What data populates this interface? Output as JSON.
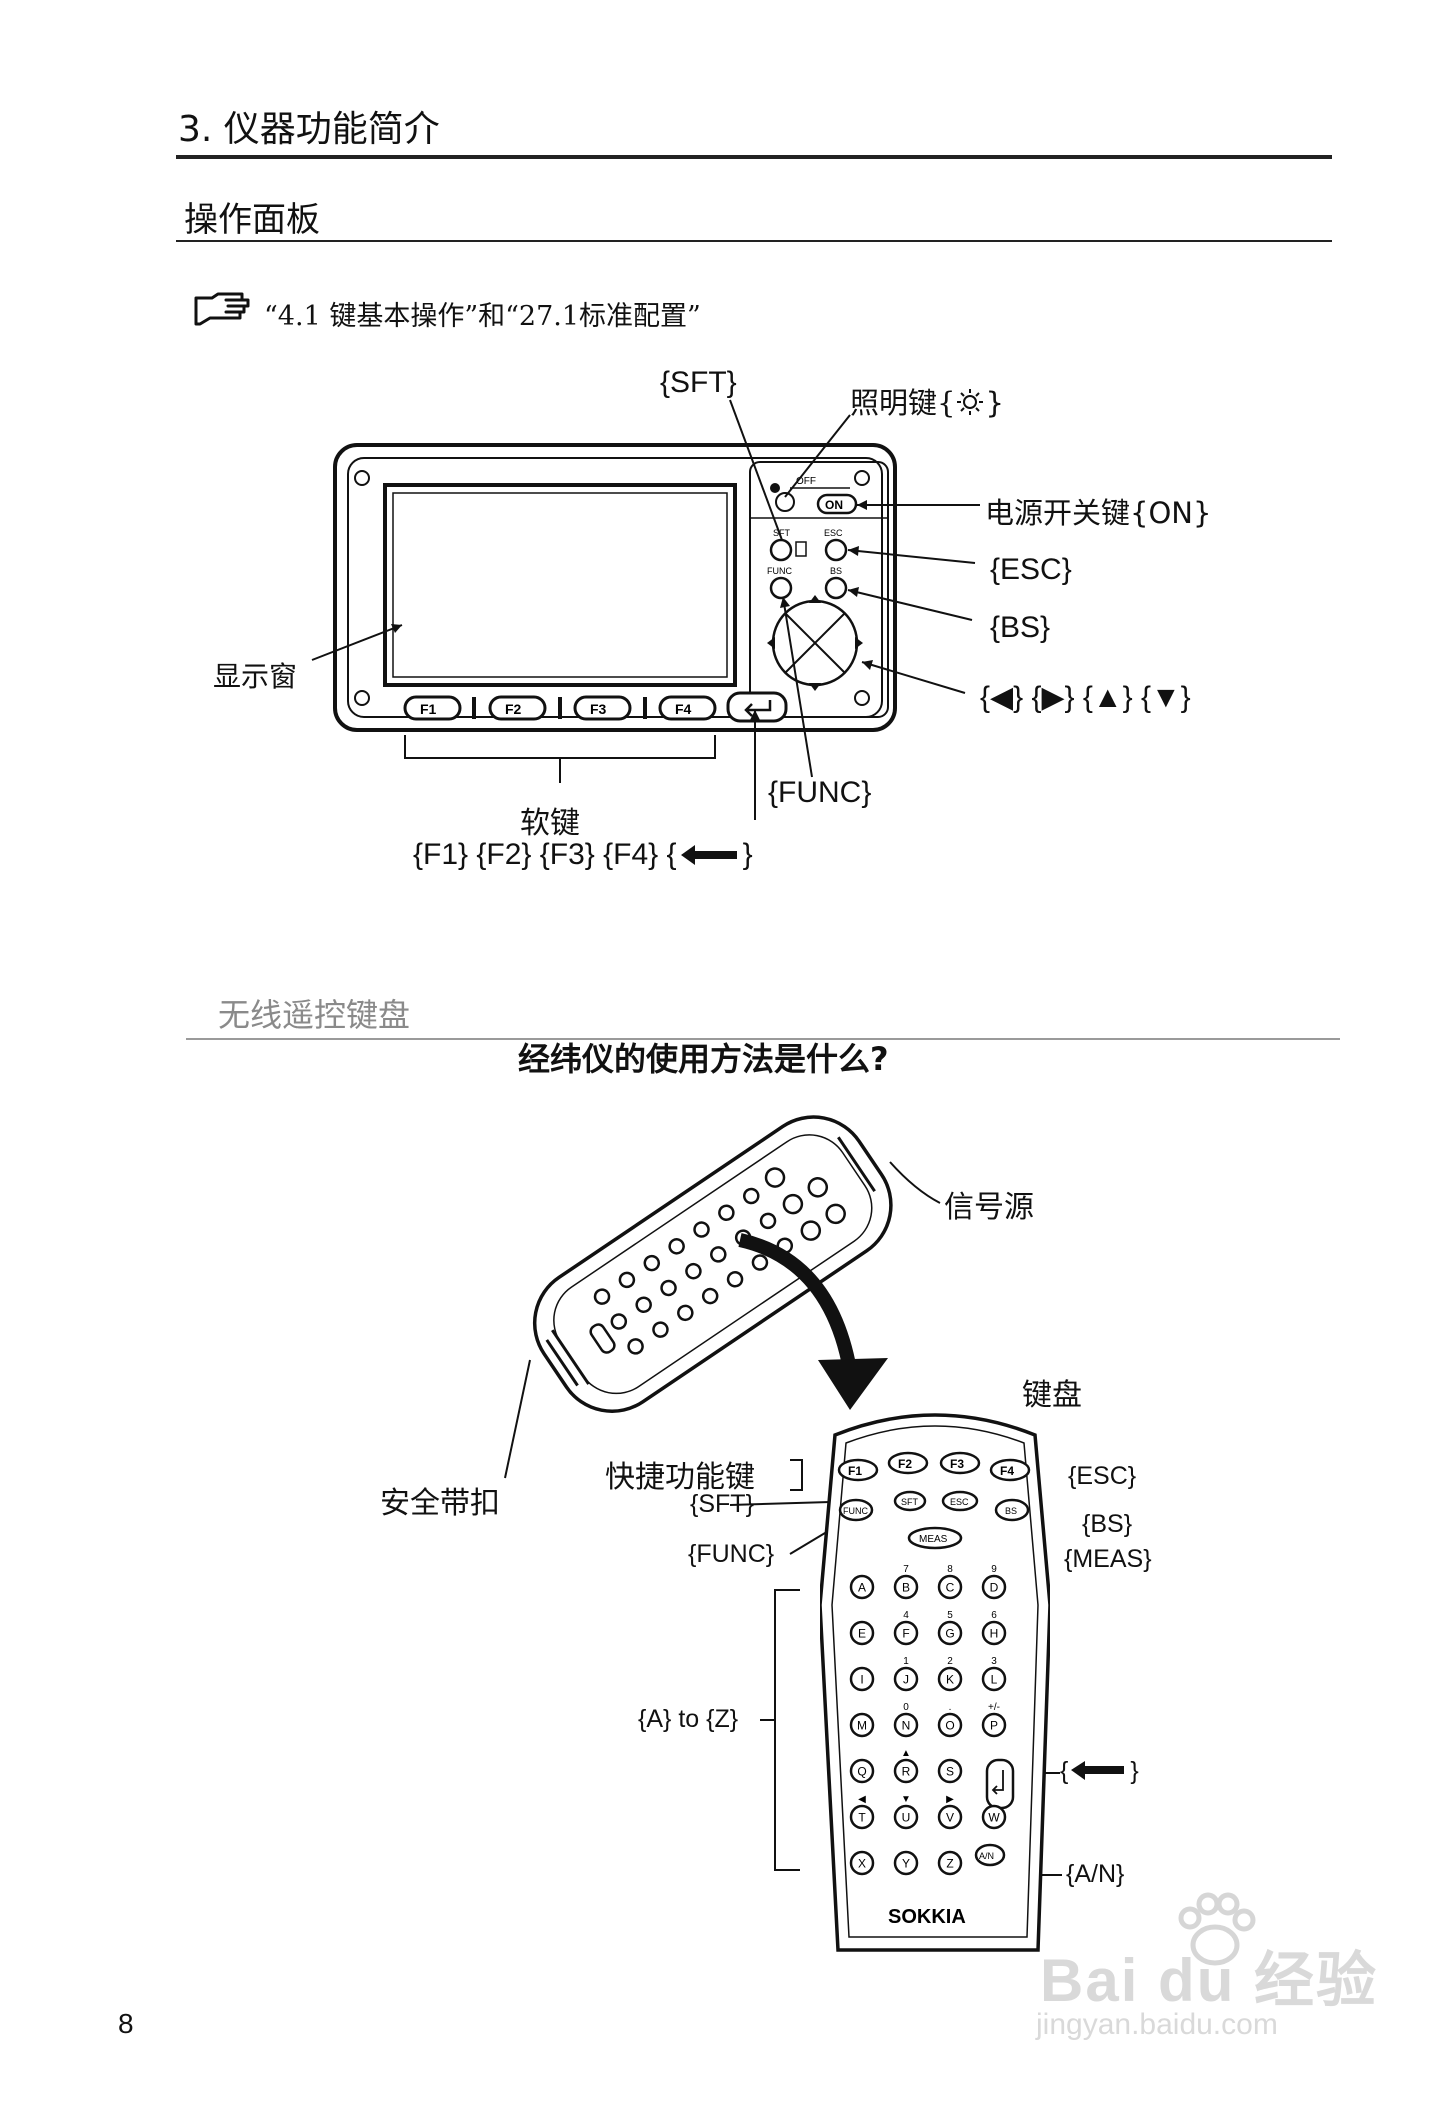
{
  "header": {
    "chapter_title": "3.  仪器功能简介",
    "section_title": "操作面板",
    "reference": "“4.1 键基本操作”和“27.1标准配置”"
  },
  "panel": {
    "labels": {
      "sft": "{SFT}",
      "light": "照明键{",
      "light_close": "}",
      "on": "电源开关键{ON}",
      "esc": "{ESC}",
      "bs": "{BS}",
      "arrows": "{◀} {▶} {▲} {▼}",
      "display": "显示窗",
      "func": "{FUNC}",
      "softkeys": "软键",
      "fkeys": "{F1} {F2} {F3} {F4} {",
      "fkeys_close": "}"
    },
    "device": {
      "off": "OFF",
      "on_key": "ON",
      "sft_key": "SFT",
      "esc_key": "ESC",
      "func_key": "FUNC",
      "bs_key": "BS",
      "f_keys": [
        "F1",
        "F2",
        "F3",
        "F4"
      ]
    }
  },
  "wireless": {
    "section_title": "无线遥控键盘",
    "overlay_title": "经纬仪的使用方法是什么?",
    "labels": {
      "signal": "信号源",
      "keyboard": "键盘",
      "strap": "安全带扣",
      "shortcut": "快捷功能键",
      "sft": "{SFT}",
      "func": "{FUNC}",
      "esc": "{ESC}",
      "bs": "{BS}",
      "meas": "{MEAS}",
      "a_to_z": "{A} to {Z}",
      "enter_open": "{",
      "enter_close": "}",
      "an": "{A/N}"
    },
    "keypad": {
      "f_keys": [
        "F1",
        "F2",
        "F3",
        "F4"
      ],
      "func": "FUNC",
      "sft": "SFT",
      "esc": "ESC",
      "bs": "BS",
      "meas": "MEAS",
      "an": "A/N",
      "brand": "SOKKIA",
      "rows": [
        {
          "keys": [
            "A",
            "B",
            "C",
            "D"
          ],
          "nums": [
            "",
            "7",
            "8",
            "9"
          ]
        },
        {
          "keys": [
            "E",
            "F",
            "G",
            "H"
          ],
          "nums": [
            "",
            "4",
            "5",
            "6"
          ]
        },
        {
          "keys": [
            "I",
            "J",
            "K",
            "L"
          ],
          "nums": [
            "",
            "1",
            "2",
            "3"
          ]
        },
        {
          "keys": [
            "M",
            "N",
            "O",
            "P"
          ],
          "nums": [
            "",
            "0",
            ".",
            "+/-"
          ]
        },
        {
          "keys": [
            "Q",
            "R",
            "S"
          ],
          "nums": [
            "",
            "▲",
            ""
          ]
        },
        {
          "keys": [
            "T",
            "U",
            "V",
            "W"
          ],
          "nums": [
            "◀",
            "▼",
            "▶",
            ""
          ]
        },
        {
          "keys": [
            "X",
            "Y",
            "Z"
          ],
          "nums": [
            "",
            "",
            ""
          ]
        }
      ]
    }
  },
  "footer": {
    "page_number": "8",
    "watermark_brand": "Bai du 经验",
    "watermark_url": "jingyan.baidu.com"
  }
}
